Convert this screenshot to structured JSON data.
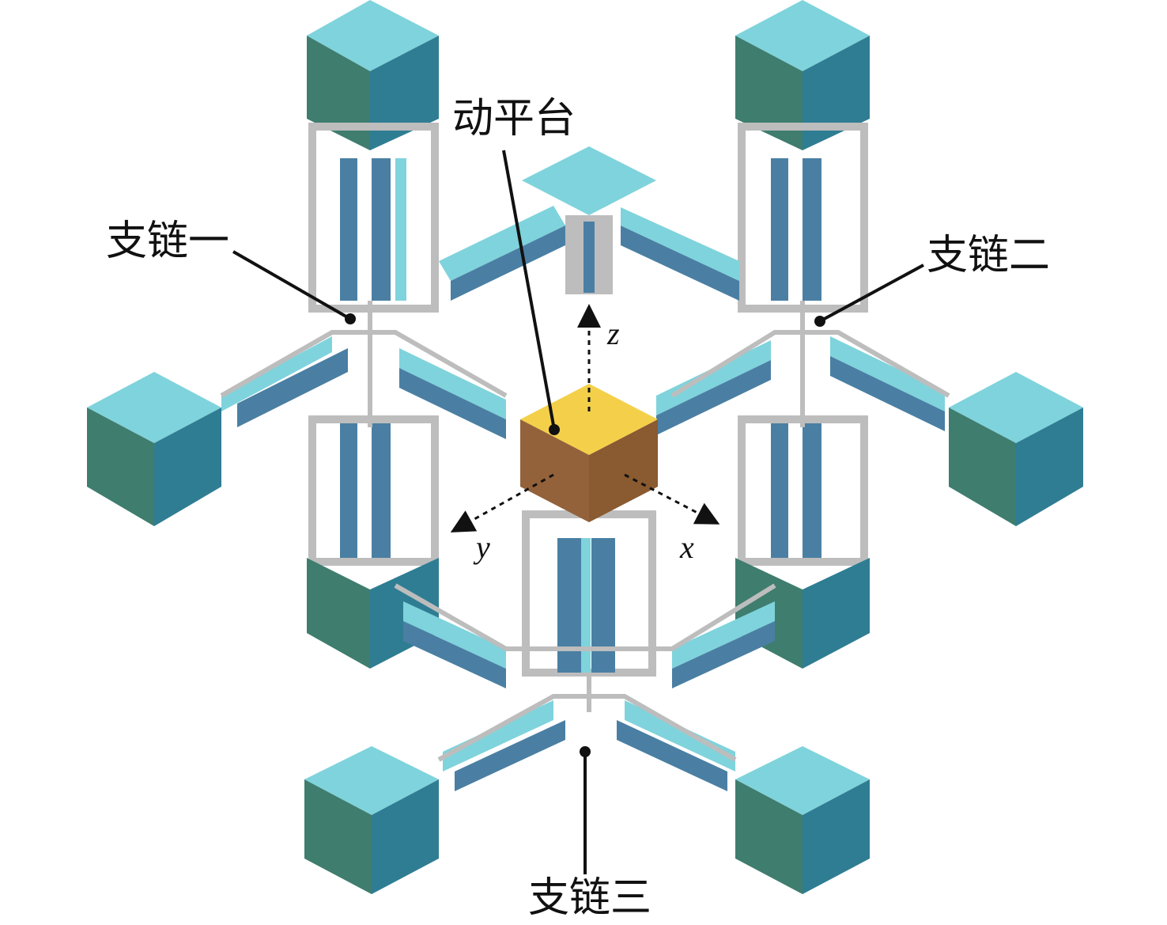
{
  "labels": {
    "moving_platform": "动平台",
    "limb_one": "支链一",
    "limb_two": "支链二",
    "limb_three": "支链三"
  },
  "axes": {
    "x": "x",
    "y": "y",
    "z": "z"
  },
  "colors": {
    "block_top": "#7fd3dc",
    "block_left": "#3f7d6e",
    "block_right": "#2f7d93",
    "frame": "#bdbdbd",
    "rod": "#4a7fa3",
    "rod_light": "#7fd3dc",
    "platform_top": "#f4d04a",
    "platform_left": "#93623a",
    "platform_right": "#8a5a30"
  }
}
